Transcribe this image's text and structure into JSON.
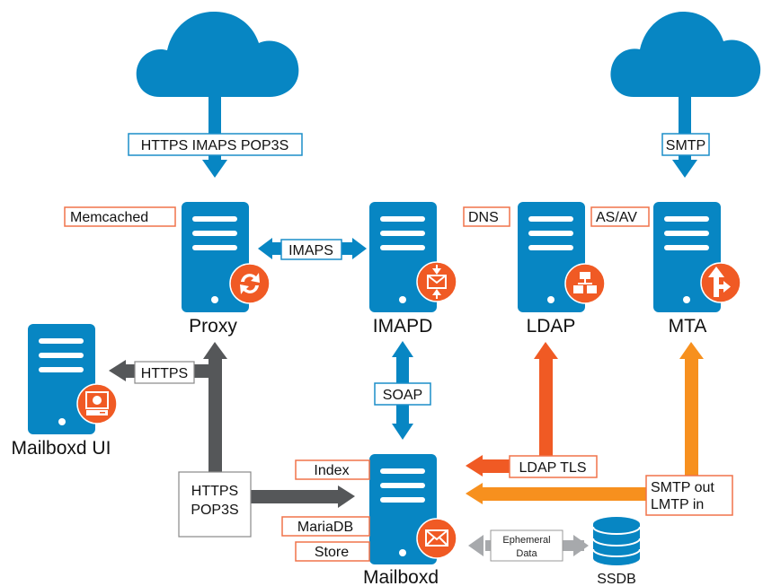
{
  "colors": {
    "blue": "#0786c3",
    "orange_red": "#f05a24",
    "orange": "#f7901e",
    "dark_gray": "#555759",
    "light_gray": "#a7a9ac",
    "blue_border": "#1b8ec9",
    "orange_border": "#f0734a",
    "gray_border": "#888888"
  },
  "clouds": [
    {
      "id": "cloud-clients",
      "label": "HTTPS IMAPS POP3S"
    },
    {
      "id": "cloud-internet",
      "label": "SMTP"
    }
  ],
  "servers": [
    {
      "id": "proxy",
      "name": "Proxy",
      "icon": "sync-icon",
      "side_label": "Memcached"
    },
    {
      "id": "imapd",
      "name": "IMAPD",
      "icon": "mail-compress-icon"
    },
    {
      "id": "ldap",
      "name": "LDAP",
      "icon": "hierarchy-icon",
      "side_label": "DNS"
    },
    {
      "id": "mta",
      "name": "MTA",
      "icon": "route-arrow-icon",
      "side_label": "AS/AV"
    },
    {
      "id": "mailboxd-ui",
      "name": "Mailboxd UI",
      "icon": "web-monitor-icon"
    },
    {
      "id": "mailboxd",
      "name": "Mailboxd",
      "icon": "envelope-icon",
      "side_labels": [
        "Index",
        "MariaDB",
        "Store"
      ]
    }
  ],
  "database": {
    "name": "SSDB"
  },
  "connections": {
    "proxy_imapd": "IMAPS",
    "imapd_mailboxd": "SOAP",
    "proxy_mailboxd_ui": "HTTPS",
    "proxy_mailboxd": {
      "line1": "HTTPS",
      "line2": "POP3S"
    },
    "ldap_mailboxd": "LDAP TLS",
    "mta_mailboxd": {
      "line1": "SMTP out",
      "line2": "LMTP in"
    },
    "mailboxd_ssdb": {
      "line1": "Ephemeral",
      "line2": "Data"
    }
  }
}
